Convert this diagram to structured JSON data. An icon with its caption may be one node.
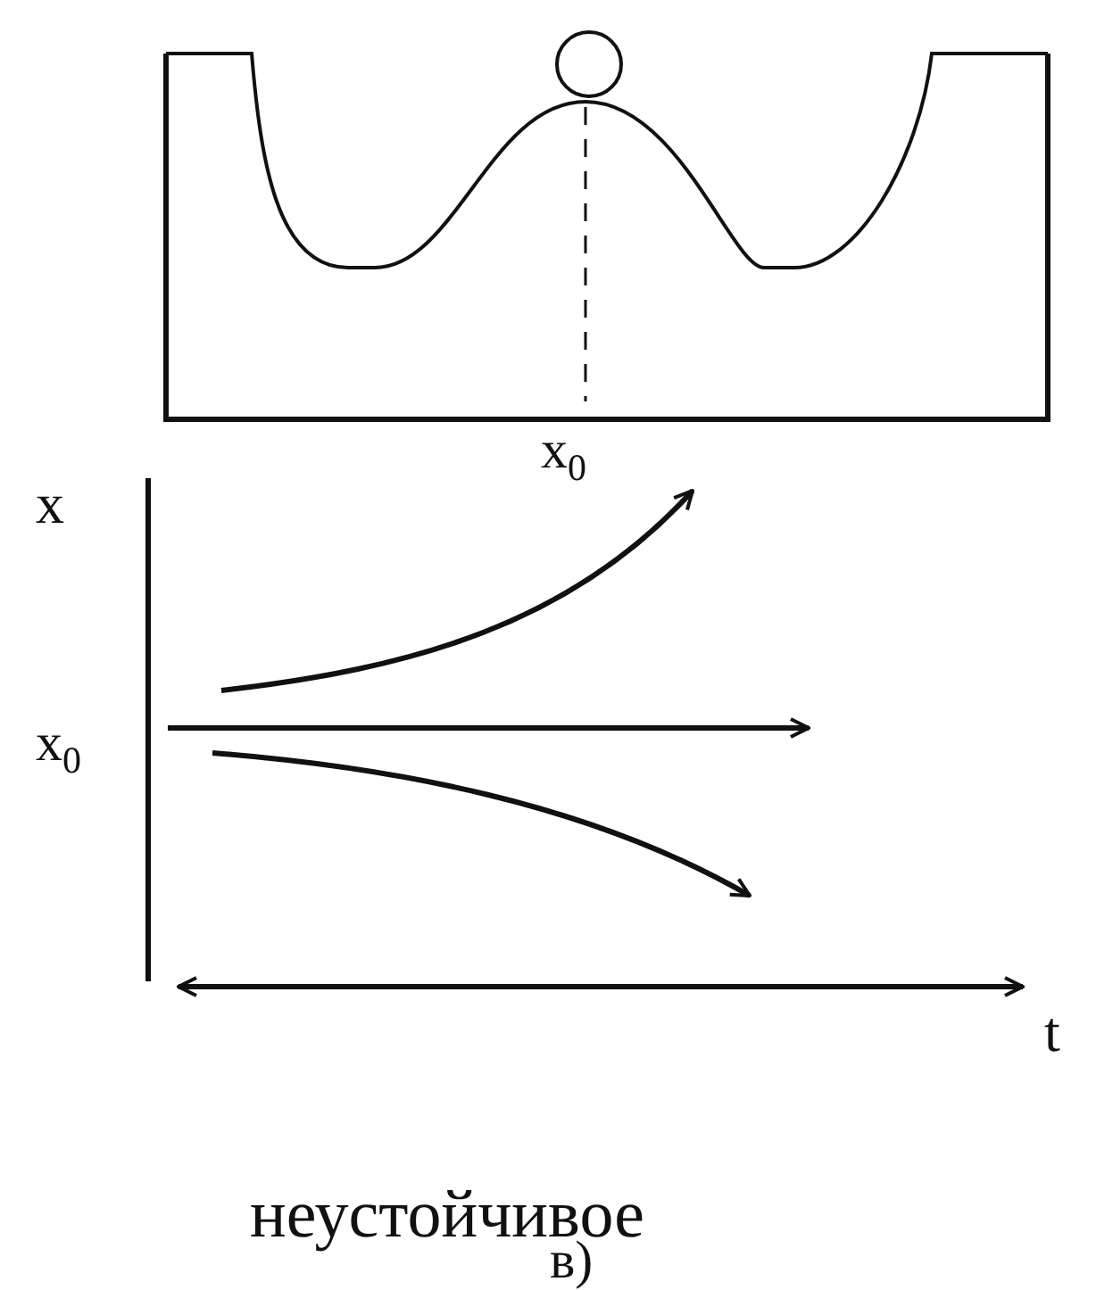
{
  "diagram": {
    "labels": [
      "x$_{0}$",
      "x",
      "x$_{0}$",
      "t",
      "неустойчивое",
      "в)"
    ]
  }
}
